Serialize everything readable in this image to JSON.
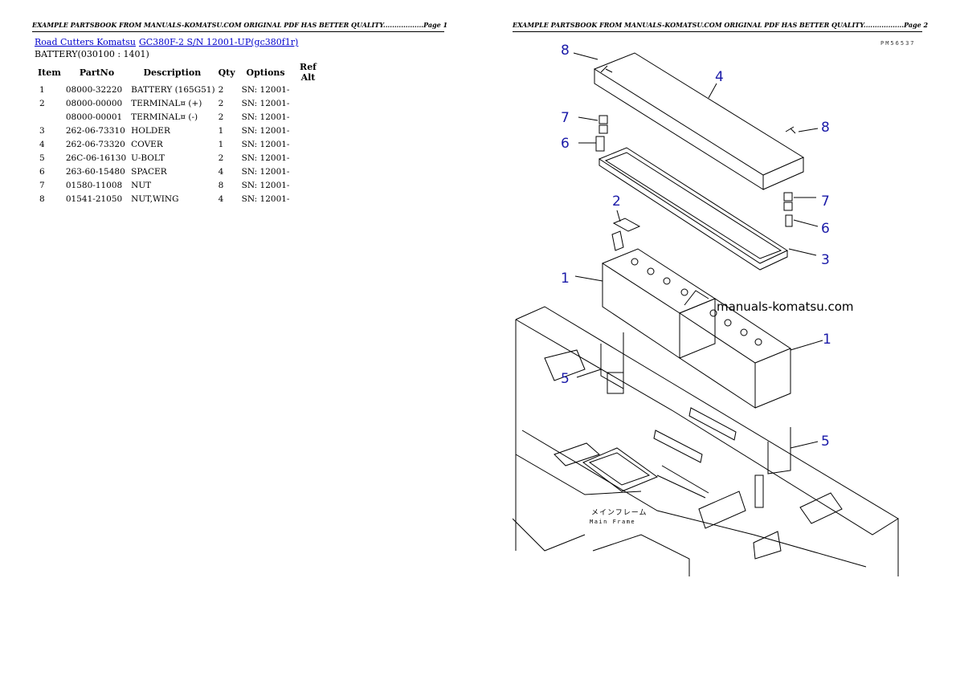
{
  "headers": {
    "left": "EXAMPLE PARTSBOOK FROM MANUALS-KOMATSU.COM ORIGINAL PDF HAS BETTER QUALITY..................Page 1",
    "right": "EXAMPLE PARTSBOOK FROM MANUALS-KOMATSU.COM ORIGINAL PDF HAS BETTER QUALITY..................Page 2"
  },
  "breadcrumb": {
    "link1": "Road Cutters Komatsu",
    "link2": "GC380F-2 S/N 12001-UP(gc380f1r)"
  },
  "section_title": "BATTERY(030100 : 1401)",
  "table": {
    "headers": [
      "Item",
      "PartNo",
      "Description",
      "Qty",
      "Options",
      "Ref Alt"
    ],
    "rows": [
      [
        "1",
        "08000-32220",
        "BATTERY (165G51)",
        "2",
        "SN: 12001-",
        ""
      ],
      [
        "2",
        "08000-00000",
        "TERMINAL¤ (+)",
        "2",
        "SN: 12001-",
        ""
      ],
      [
        "",
        "08000-00001",
        "TERMINAL¤ (-)",
        "2",
        "SN: 12001-",
        ""
      ],
      [
        "3",
        "262-06-73310",
        "HOLDER",
        "1",
        "SN: 12001-",
        ""
      ],
      [
        "4",
        "262-06-73320",
        "COVER",
        "1",
        "SN: 12001-",
        ""
      ],
      [
        "5",
        "26C-06-16130",
        "U-BOLT",
        "2",
        "SN: 12001-",
        ""
      ],
      [
        "6",
        "263-60-15480",
        "SPACER",
        "4",
        "SN: 12001-",
        ""
      ],
      [
        "7",
        "01580-11008",
        "NUT",
        "8",
        "SN: 12001-",
        ""
      ],
      [
        "8",
        "01541-21050",
        "NUT,WING",
        "4",
        "SN: 12001-",
        ""
      ]
    ]
  },
  "diagram": {
    "watermark": "manuals-komatsu.com",
    "drawing_code": "PM56537",
    "frame_label_jp": "メインフレーム",
    "frame_label_en": "Main Frame",
    "callouts": [
      "8",
      "4",
      "7",
      "6",
      "8",
      "2",
      "7",
      "6",
      "3",
      "1",
      "1",
      "5",
      "5"
    ],
    "callout_color": "#1a1aa8"
  }
}
